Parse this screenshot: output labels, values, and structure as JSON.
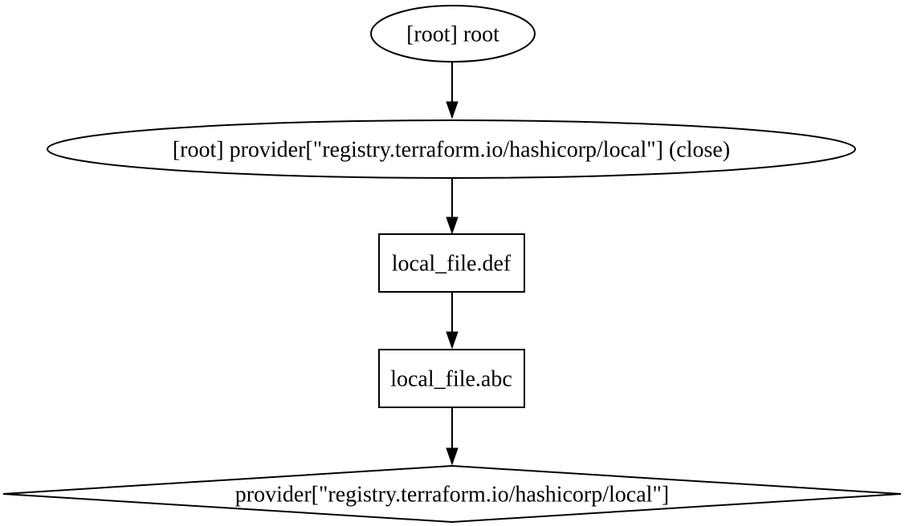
{
  "diagram": {
    "type": "graphviz-digraph",
    "background_color": "#ffffff",
    "stroke_color": "#000000",
    "text_color": "#000000",
    "nodes": [
      {
        "id": "root",
        "shape": "ellipse",
        "label": "[root] root"
      },
      {
        "id": "provider-close",
        "shape": "ellipse",
        "label": "[root] provider[\"registry.terraform.io/hashicorp/local\"] (close)"
      },
      {
        "id": "local-file-def",
        "shape": "box",
        "label": "local_file.def"
      },
      {
        "id": "local-file-abc",
        "shape": "box",
        "label": "local_file.abc"
      },
      {
        "id": "provider",
        "shape": "diamond",
        "label": "provider[\"registry.terraform.io/hashicorp/local\"]"
      }
    ],
    "edges": [
      {
        "from": "root",
        "to": "provider-close"
      },
      {
        "from": "provider-close",
        "to": "local-file-def"
      },
      {
        "from": "local-file-def",
        "to": "local-file-abc"
      },
      {
        "from": "local-file-abc",
        "to": "provider"
      }
    ]
  }
}
